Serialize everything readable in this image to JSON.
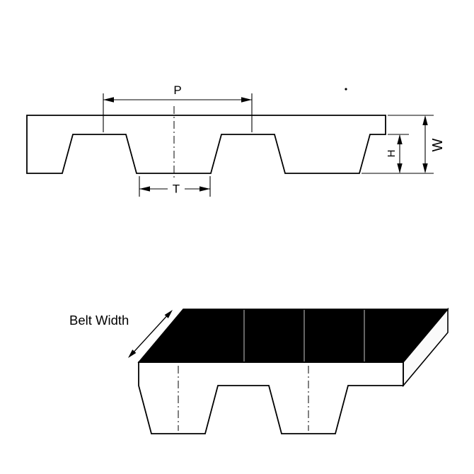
{
  "view": {
    "cross_section": {
      "pitch_label": "P",
      "tooth_width_label": "T",
      "tooth_height_label": "H",
      "belt_thickness_label": "W"
    },
    "perspective": {
      "belt_width_label": "Belt Width"
    }
  },
  "colors": {
    "outline": "#000000",
    "belt_fill": "#ececec",
    "top_surface_fill": "#000000",
    "end_face_fill": "#fafafa",
    "background": "#ffffff"
  }
}
